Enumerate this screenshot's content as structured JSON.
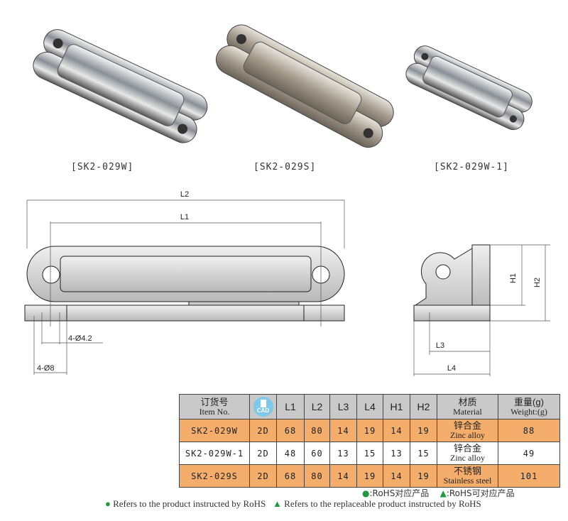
{
  "products": [
    {
      "caption": "[SK2-029W]"
    },
    {
      "caption": "[SK2-029S]"
    },
    {
      "caption": "[SK2-029W-1]"
    }
  ],
  "drawing": {
    "l2": "L2",
    "l1": "L1",
    "hole_small": "4-Ø4.2",
    "hole_large": "4-Ø8",
    "h1": "H1",
    "h2": "H2",
    "l3": "L3",
    "l4": "L4"
  },
  "table": {
    "headers": {
      "item_cn": "订货号",
      "item_en": "Item No.",
      "cad": "CAD",
      "l1": "L1",
      "l2": "L2",
      "l3": "L3",
      "l4": "L4",
      "h1": "H1",
      "h2": "H2",
      "material_cn": "材质",
      "material_en": "Material",
      "weight_cn": "重量(g)",
      "weight_en": "Weight:(g)"
    },
    "rows": [
      {
        "item": "SK2-029W",
        "cad": "2D",
        "l1": "68",
        "l2": "80",
        "l3": "14",
        "l4": "19",
        "h1": "14",
        "h2": "19",
        "material_cn": "锌合金",
        "material_en": "Zinc alloy",
        "weight": "88"
      },
      {
        "item": "SK2-029W-1",
        "cad": "2D",
        "l1": "48",
        "l2": "60",
        "l3": "13",
        "l4": "15",
        "h1": "13",
        "h2": "15",
        "material_cn": "锌合金",
        "material_en": "Zinc alloy",
        "weight": "49"
      },
      {
        "item": "SK2-029S",
        "cad": "2D",
        "l1": "68",
        "l2": "80",
        "l3": "14",
        "l4": "19",
        "h1": "14",
        "h2": "19",
        "material_cn": "不锈钢",
        "material_en": "Stainless steel",
        "weight": "101"
      }
    ],
    "row_colors": [
      "#f4ad6b",
      "#ffffff",
      "#f4ad6b"
    ]
  },
  "legend": {
    "cn_circle": ":RoHS对应产品",
    "cn_triangle": ":RoHS可对应产品",
    "en_circle": "Refers to the product instructed by RoHS",
    "en_triangle": "Refers to the replaceable product instructed by RoHS",
    "circle_color": "#1c9a3c"
  }
}
